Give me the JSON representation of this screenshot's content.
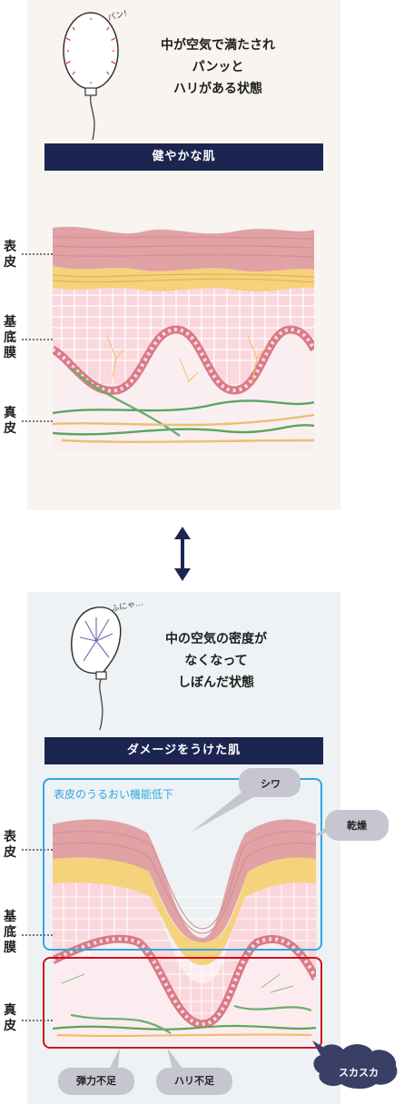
{
  "healthy": {
    "balloon_sound": "パン!",
    "caption_lines": [
      "中が空気で満たされ",
      "パンッと",
      "ハリがある状態"
    ],
    "bar_label": "健やかな肌",
    "layers": {
      "epidermis": "表皮",
      "basement": "基底膜",
      "dermis": "真皮"
    }
  },
  "damaged": {
    "balloon_sound": "ふにゃ…",
    "caption_lines": [
      "中の空気の密度が",
      "なくなって",
      "しぼんだ状態"
    ],
    "bar_label": "ダメージをうけた肌",
    "blue_box_label": "表皮のうるおい機能低下",
    "callouts": {
      "wrinkle": "シワ",
      "dryness": "乾燥",
      "hollow": "スカスカ",
      "elasticity": "弾力不足",
      "firmness": "ハリ不足"
    },
    "layers": {
      "epidermis": "表皮",
      "basement": "基底膜",
      "dermis": "真皮"
    }
  },
  "colors": {
    "navy": "#1b2550",
    "blue": "#2ea7e0",
    "red": "#d0101f",
    "pink": "#e3a3a5",
    "yellow": "#f2c96a",
    "green": "#5aa55f"
  }
}
